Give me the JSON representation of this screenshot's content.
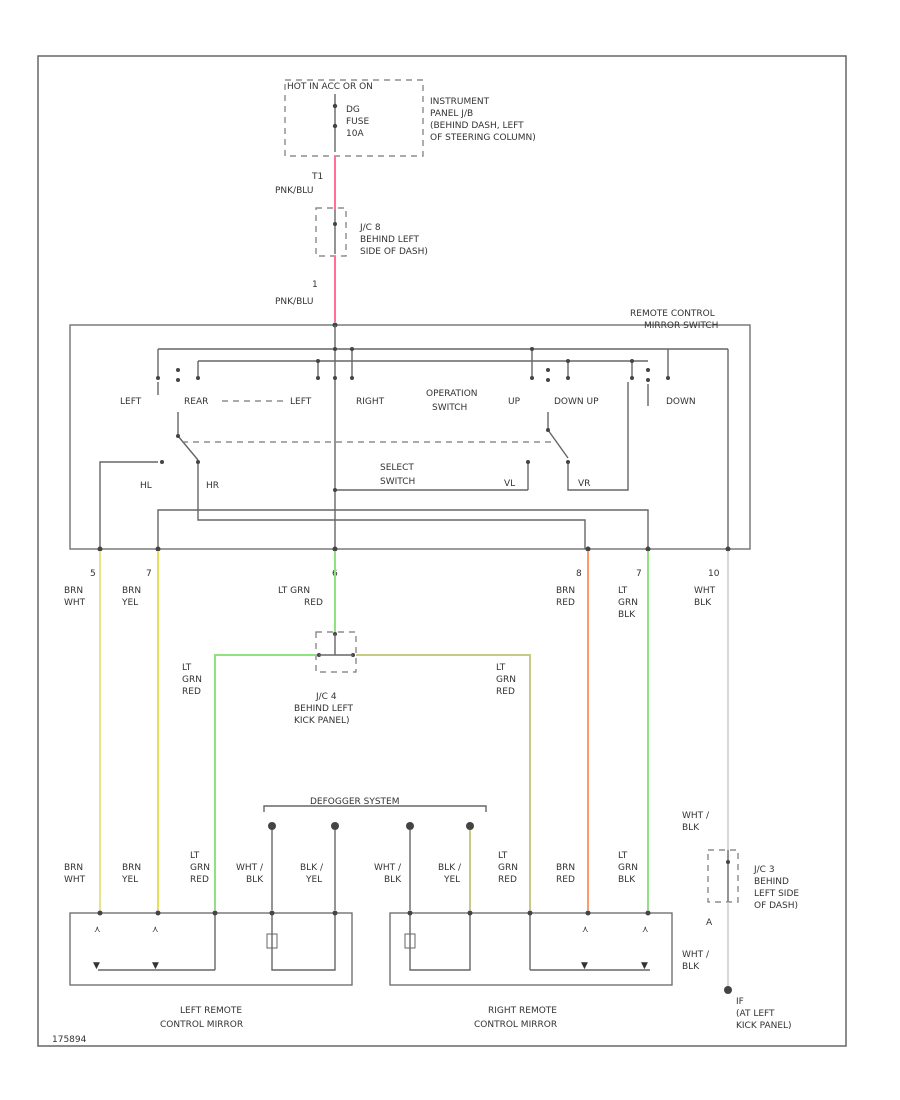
{
  "colors": {
    "frame": "#666666",
    "pink_wire": "#ff6f96",
    "yellow_wire": "#e8e48a",
    "bright_yellow_wire": "#e6df5c",
    "green_wire": "#8fe27f",
    "orange_wire": "#ff9a6a",
    "olive_wire": "#c7c986"
  },
  "labels": {
    "hot_in": "HOT IN ACC OR ON",
    "fuse_a": "DG",
    "fuse_b": "FUSE",
    "fuse_c": "10A",
    "ip_jb_1": "INSTRUMENT",
    "ip_jb_2": "PANEL J/B",
    "ip_jb_3": "(BEHIND DASH, LEFT",
    "ip_jb_4": "OF STEERING COLUMN)",
    "pin_t1": "T1",
    "wire_pnk_1": "PNK/BLU",
    "jc8_1": "J/C 8",
    "jc8_2": "BEHIND LEFT",
    "jc8_3": "SIDE OF DASH)",
    "pin_1": "1",
    "wire_pnk_2": "PNK/BLU",
    "rcms_1": "REMOTE CONTROL",
    "rcms_2": "MIRROR SWITCH",
    "sw_left": "LEFT",
    "sw_rear": "REAR",
    "sw_left2": "LEFT",
    "sw_right": "RIGHT",
    "sw_op_1": "OPERATION",
    "sw_op_2": "SWITCH",
    "sw_up": "UP",
    "sw_down_up": "DOWN UP",
    "sw_down": "DOWN",
    "sw_hl": "HL",
    "sw_hr": "HR",
    "sw_select_1": "SELECT",
    "sw_select_2": "SWITCH",
    "sw_vl": "VL",
    "sw_vr": "VR",
    "p_5": "5",
    "p_7": "7",
    "p_6": "6",
    "p_8": "8",
    "p_7b": "7",
    "p_10": "10",
    "w_brn_wht_1": "BRN",
    "w_brn_wht_2": "WHT",
    "w_brn_yel_1": "BRN",
    "w_brn_yel_2": "YEL",
    "w_ltgrn_red_1": "LT GRN",
    "w_ltgrn_red_2": "RED",
    "w_brn_red_1": "BRN",
    "w_brn_red_2": "RED",
    "w_ltgrn_blk_1": "LT",
    "w_ltgrn_blk_2": "GRN",
    "w_ltgrn_blk_3": "BLK",
    "w_wht_blk_1": "WHT",
    "w_wht_blk_2": "BLK",
    "jc4_1": "J/C 4",
    "jc4_2": "BEHIND LEFT",
    "jc4_3": "KICK PANEL)",
    "l_grn_1": "LT",
    "l_grn_2": "GRN",
    "l_grn_3": "RED",
    "r_grn_1": "LT",
    "r_grn_2": "GRN",
    "r_grn_3": "RED",
    "defogger": "DEFOGGER SYSTEM",
    "lm_brn_wht_1": "BRN",
    "lm_brn_wht_2": "WHT",
    "lm_brn_yel_1": "BRN",
    "lm_brn_yel_2": "YEL",
    "lm_lt_1": "LT",
    "lm_lt_2": "GRN",
    "lm_lt_3": "RED",
    "lm_whtblk_1": "WHT /",
    "lm_whtblk_2": "BLK",
    "lm_blkyel_1": "BLK /",
    "lm_blkyel_2": "YEL",
    "rm_whtblk_1": "WHT /",
    "rm_whtblk_2": "BLK",
    "rm_blkyel_1": "BLK /",
    "rm_blkyel_2": "YEL",
    "rm_lt_1": "LT",
    "rm_lt_2": "GRN",
    "rm_lt_3": "RED",
    "rm_brn_red_1": "BRN",
    "rm_brn_red_2": "RED",
    "rm_ltgrn_blk_1": "LT",
    "rm_ltgrn_blk_2": "GRN",
    "rm_ltgrn_blk_3": "BLK",
    "g_whtblk_1": "WHT /",
    "g_whtblk_2": "BLK",
    "jc3_1": "J/C 3",
    "jc3_2": "BEHIND",
    "jc3_3": "LEFT SIDE",
    "jc3_4": "OF DASH)",
    "g_pin": "A",
    "g_whtblk_3": "WHT /",
    "g_whtblk_4": "BLK",
    "ground_1": "IF",
    "ground_2": "(AT LEFT",
    "ground_3": "KICK PANEL)",
    "left_mirror_1": "LEFT REMOTE",
    "left_mirror_2": "CONTROL MIRROR",
    "right_mirror_1": "RIGHT REMOTE",
    "right_mirror_2": "CONTROL MIRROR",
    "fig_id": "175894"
  }
}
